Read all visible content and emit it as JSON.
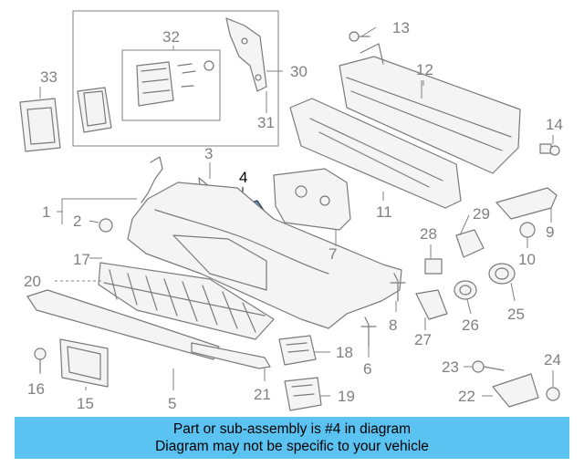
{
  "diagram": {
    "highlighted_part": "4",
    "highlight_color": "#5b8fc9",
    "callouts": {
      "c1": "1",
      "c2": "2",
      "c3": "3",
      "c4": "4",
      "c5": "5",
      "c6": "6",
      "c7": "7",
      "c8": "8",
      "c9": "9",
      "c10": "10",
      "c11": "11",
      "c12": "12",
      "c13": "13",
      "c14": "14",
      "c15": "15",
      "c16": "16",
      "c17": "17",
      "c18": "18",
      "c19": "19",
      "c20": "20",
      "c21": "21",
      "c22": "22",
      "c23": "23",
      "c24": "24",
      "c25": "25",
      "c26": "26",
      "c27": "27",
      "c28": "28",
      "c29": "29",
      "c30": "30",
      "c31": "31",
      "c32": "32",
      "c33": "33"
    }
  },
  "banner": {
    "line1": "Part or sub-assembly is #4 in diagram",
    "line2": "Diagram may not be specific to your vehicle",
    "background": "#5bc3f2"
  }
}
